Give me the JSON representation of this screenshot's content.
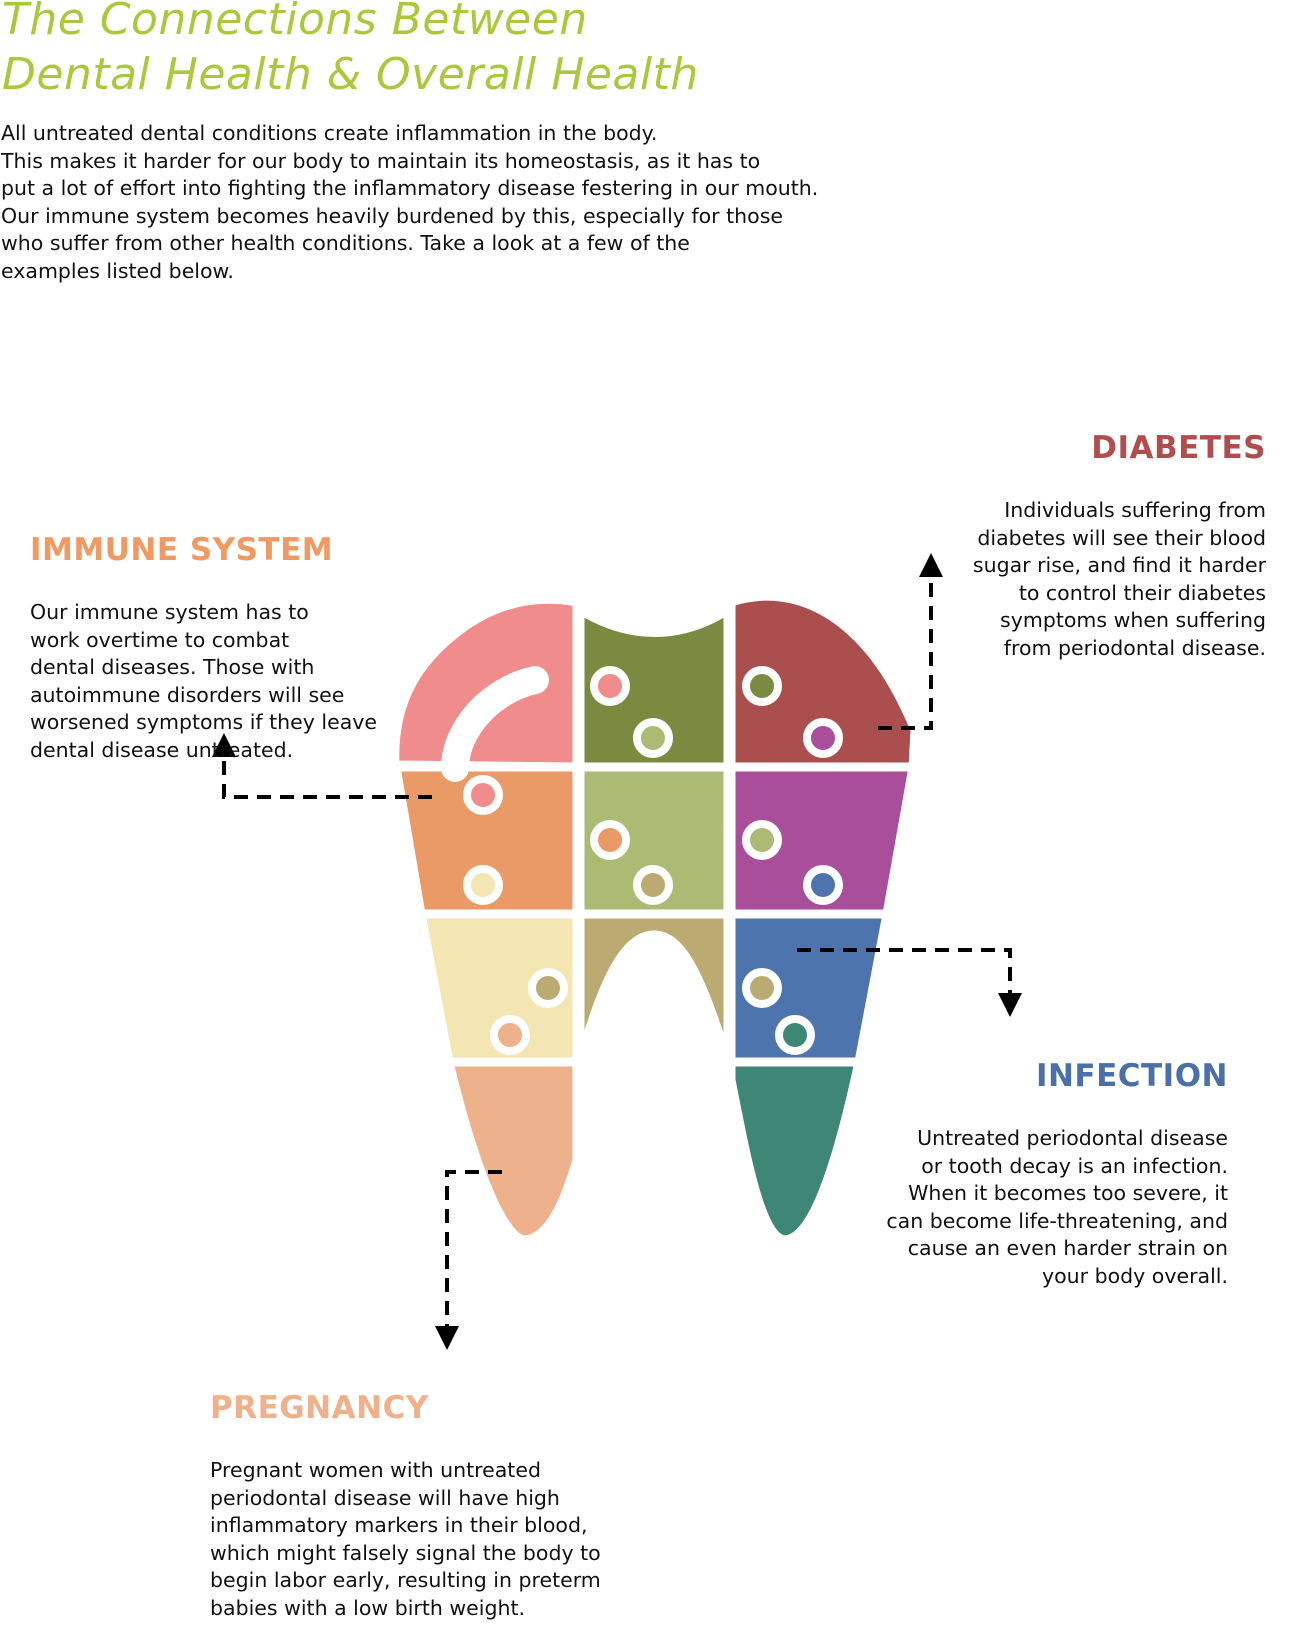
{
  "title": {
    "line1": "The Connections Between",
    "line2": "Dental Health & Overall Health"
  },
  "intro": "All untreated dental conditions create inflammation in the body.\nThis makes it harder for our body to maintain its homeostasis,  as it has to\nput a lot of effort into fighting the inflammatory disease festering in our mouth.\nOur immune system becomes  heavily burdened by this,  especially for those\nwho suffer from other health conditions. Take a look at a few of the\nexamples listed below.",
  "sections": {
    "diabetes": {
      "heading": "DIABETES",
      "color": "#b04e4d",
      "text": "Individuals suffering from\ndiabetes will see their blood\nsugar rise, and find it harder\nto control their diabetes\nsymptoms when suffering\nfrom periodontal disease."
    },
    "immune": {
      "heading": "IMMUNE SYSTEM",
      "color": "#ee9a62",
      "text": "Our immune system has to\nwork overtime to combat\ndental diseases. Those with\nautoimmune disorders will see\nworsened symptoms if they leave\ndental disease untreated."
    },
    "infection": {
      "heading": "INFECTION",
      "color": "#4a6fa9",
      "text": "Untreated periodontal disease\nor tooth decay is an infection.\nWhen it becomes too severe, it\ncan become life-threatening, and\ncause an even harder strain on\nyour body overall."
    },
    "pregnancy": {
      "heading": "PREGNANCY",
      "color": "#efb08a",
      "text": "Pregnant women with untreated\nperiodontal disease will have high\ninflammatory markers in their blood,\nwhich might falsely signal the body to\nbegin labor early, resulting in preterm\nbabies with a low birth weight."
    }
  },
  "colors": {
    "title": "#a9c83a",
    "pink": "#f08c8c",
    "olive": "#7a8a40",
    "red": "#ab4f4e",
    "orange": "#ea9a66",
    "lightgreen": "#abbb74",
    "purple": "#a84e9b",
    "cream": "#f3e6b3",
    "tan": "#bbab73",
    "blue": "#4e74ad",
    "peach": "#edb28b",
    "teal": "#3e8676"
  }
}
